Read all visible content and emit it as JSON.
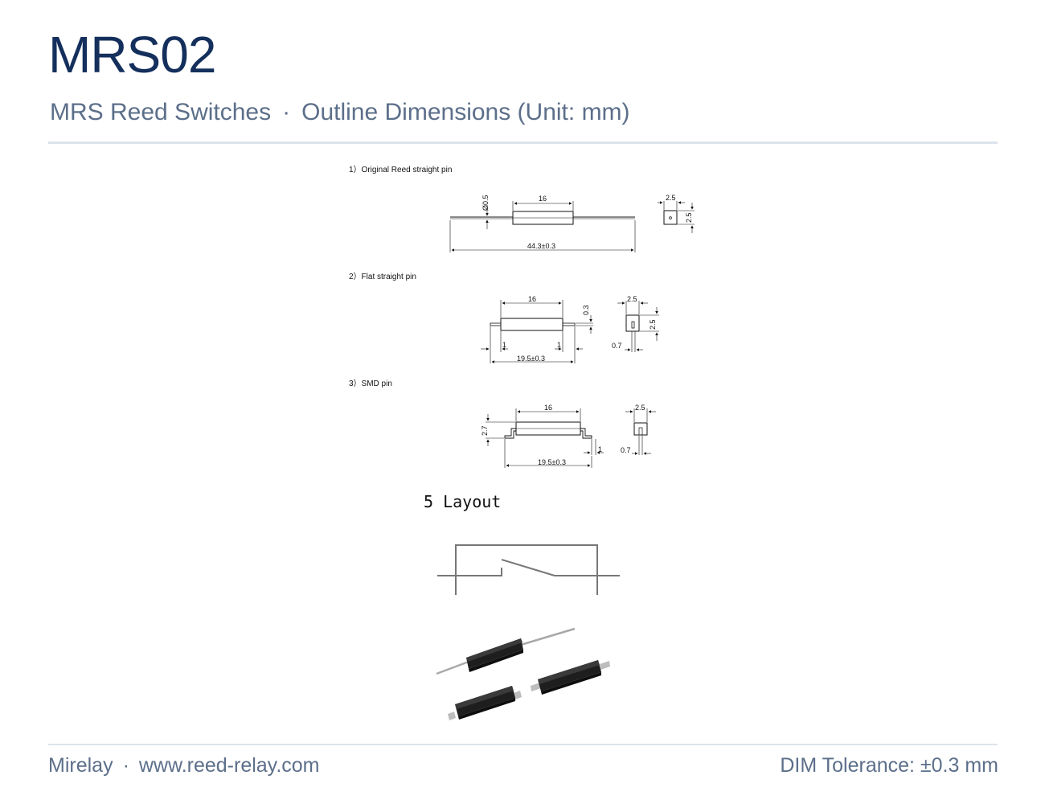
{
  "header": {
    "title": "MRS02",
    "subtitle_series": "MRS Reed Switches",
    "subtitle_separator": "·",
    "subtitle_section": "Outline Dimensions (Unit: mm)"
  },
  "drawing": {
    "section1": {
      "label": "1）Original Reed straight pin",
      "dim_diameter": "Ø0.5",
      "dim_body_length": "16",
      "dim_total_length": "44.3±0.3",
      "dim_width": "2.5",
      "dim_height": "2.5"
    },
    "section2": {
      "label": "2）Flat straight pin",
      "dim_body_length": "16",
      "dim_thickness": "0.3",
      "dim_pin_left": "1",
      "dim_pin_right": "1",
      "dim_total_length": "19.5±0.3",
      "dim_width": "2.5",
      "dim_height": "2.5",
      "dim_pin_width": "0.7"
    },
    "section3": {
      "label": "3）SMD pin",
      "dim_body_length": "16",
      "dim_height": "2.7",
      "dim_pin": "1",
      "dim_total_length": "19.5±0.3",
      "dim_width": "2.5",
      "dim_pin_width": "0.7"
    }
  },
  "layout": {
    "title": "5 Layout"
  },
  "footer": {
    "brand": "Mirelay",
    "separator": "·",
    "website": "www.reed-relay.com",
    "tolerance": "DIM Tolerance: ±0.3 mm"
  },
  "colors": {
    "title": "#142f5c",
    "muted": "#5c6f8a",
    "rule": "#dde3ea",
    "product_body": "#1e1e1e"
  }
}
